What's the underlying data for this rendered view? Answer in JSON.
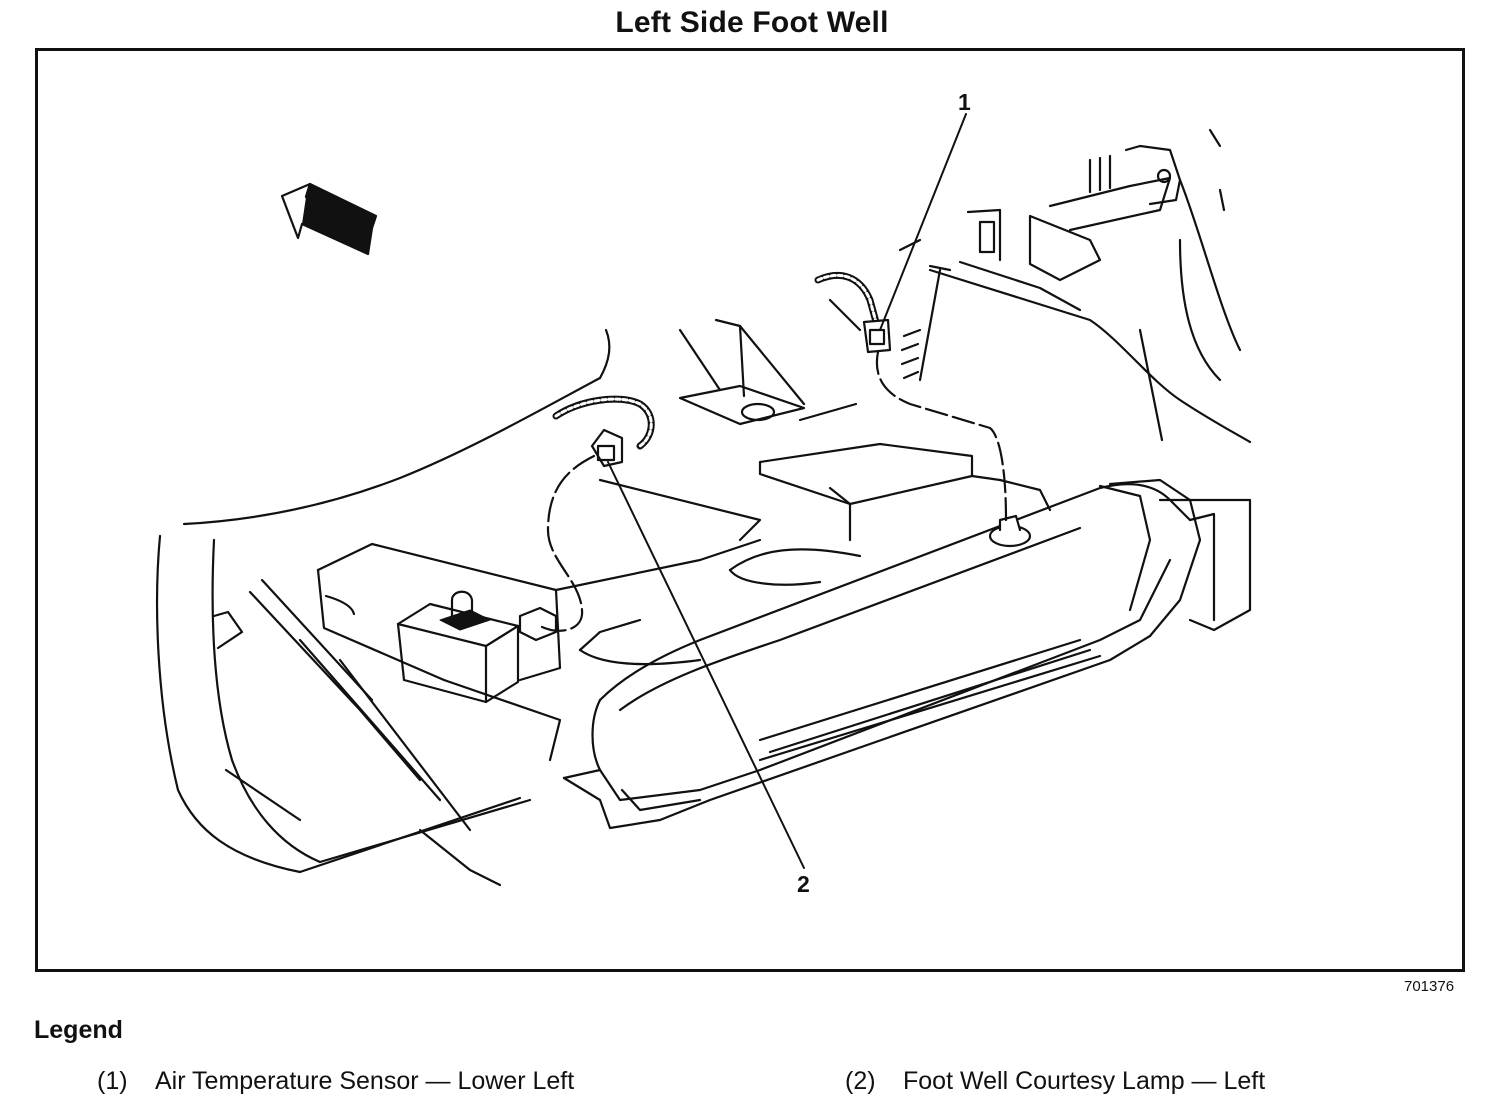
{
  "title": "Left Side Foot Well",
  "figure_id": "701376",
  "callouts": [
    {
      "label": "1"
    },
    {
      "label": "2"
    }
  ],
  "legend": {
    "heading": "Legend",
    "items": [
      {
        "number": "(1)",
        "text": "Air Temperature Sensor — Lower Left"
      },
      {
        "number": "(2)",
        "text": "Foot Well Courtesy Lamp — Left"
      }
    ]
  }
}
